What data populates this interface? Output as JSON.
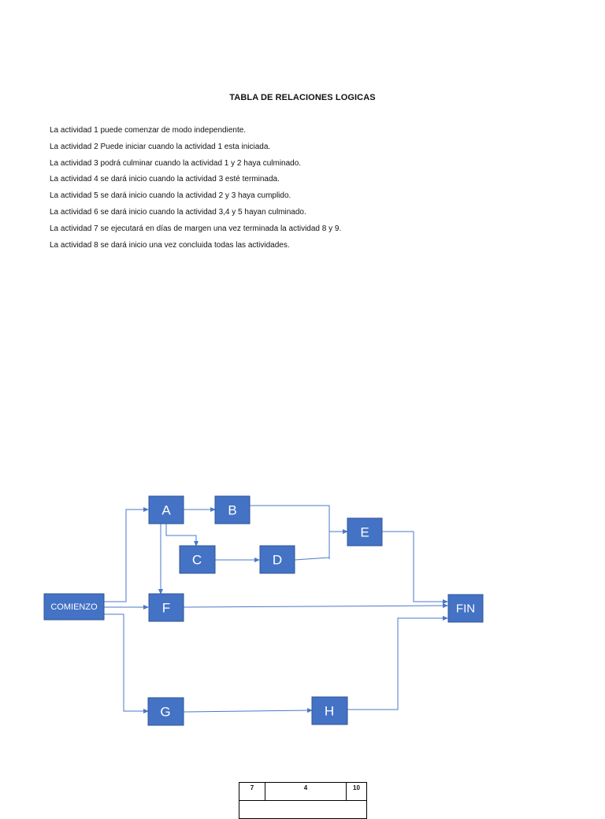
{
  "document": {
    "title": "TABLA DE RELACIONES LOGICAS",
    "rules": [
      "La actividad 1 puede comenzar de modo independiente.",
      "La actividad 2 Puede iniciar cuando la actividad 1 esta iniciada.",
      "La actividad 3 podrá culminar cuando la actividad 1 y 2 haya culminado.",
      "La actividad 4 se dará inicio cuando la actividad 3 esté terminada.",
      "La actividad 5 se dará inicio cuando la actividad 2 y 3 haya cumplido.",
      "La actividad 6 se dará inicio cuando la actividad 3,4 y 5 hayan culminado.",
      "La actividad 7 se ejecutará en  días de margen una vez terminada la actividad 8 y 9.",
      "La actividad 8 se dará inicio una vez concluida todas las actividades."
    ]
  },
  "diagram": {
    "nodes": {
      "comienzo": "COMIENZO",
      "a": "A",
      "b": "B",
      "c": "C",
      "d": "D",
      "e": "E",
      "f": "F",
      "g": "G",
      "h": "H",
      "fin": "FIN"
    },
    "colors": {
      "node_fill": "#4472c4",
      "node_text": "#ffffff",
      "edge": "#4a78c8"
    }
  },
  "bottom_table": {
    "cells": [
      "7",
      "4",
      "10"
    ]
  }
}
